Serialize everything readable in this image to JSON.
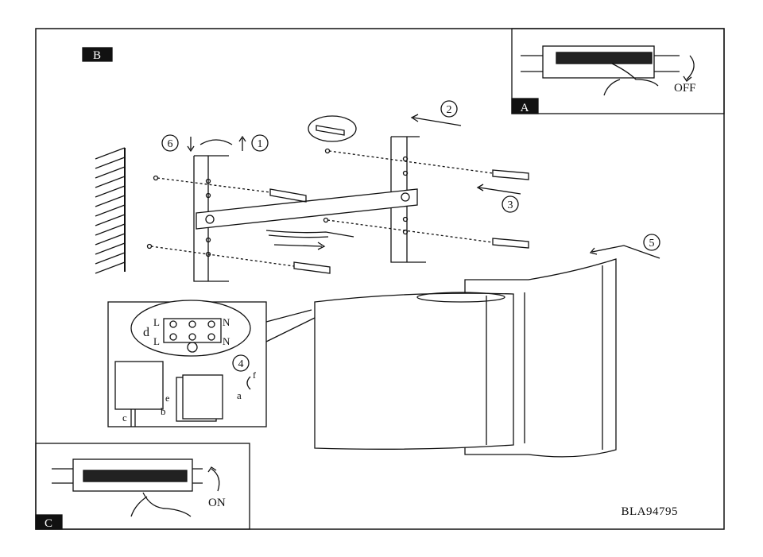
{
  "panels": {
    "main_label": "B",
    "top_label": "A",
    "bottom_label": "C"
  },
  "switch_states": {
    "off": "OFF",
    "on": "ON"
  },
  "steps": [
    "1",
    "2",
    "3",
    "4",
    "5",
    "6"
  ],
  "wiring": {
    "live": "L",
    "neutral": "N",
    "d": "d"
  },
  "parts": {
    "a": "a",
    "b": "b",
    "c": "c",
    "e": "e",
    "f": "f"
  },
  "model_code": "BLA94795",
  "colors": {
    "ink": "#111111",
    "paper": "#ffffff"
  }
}
